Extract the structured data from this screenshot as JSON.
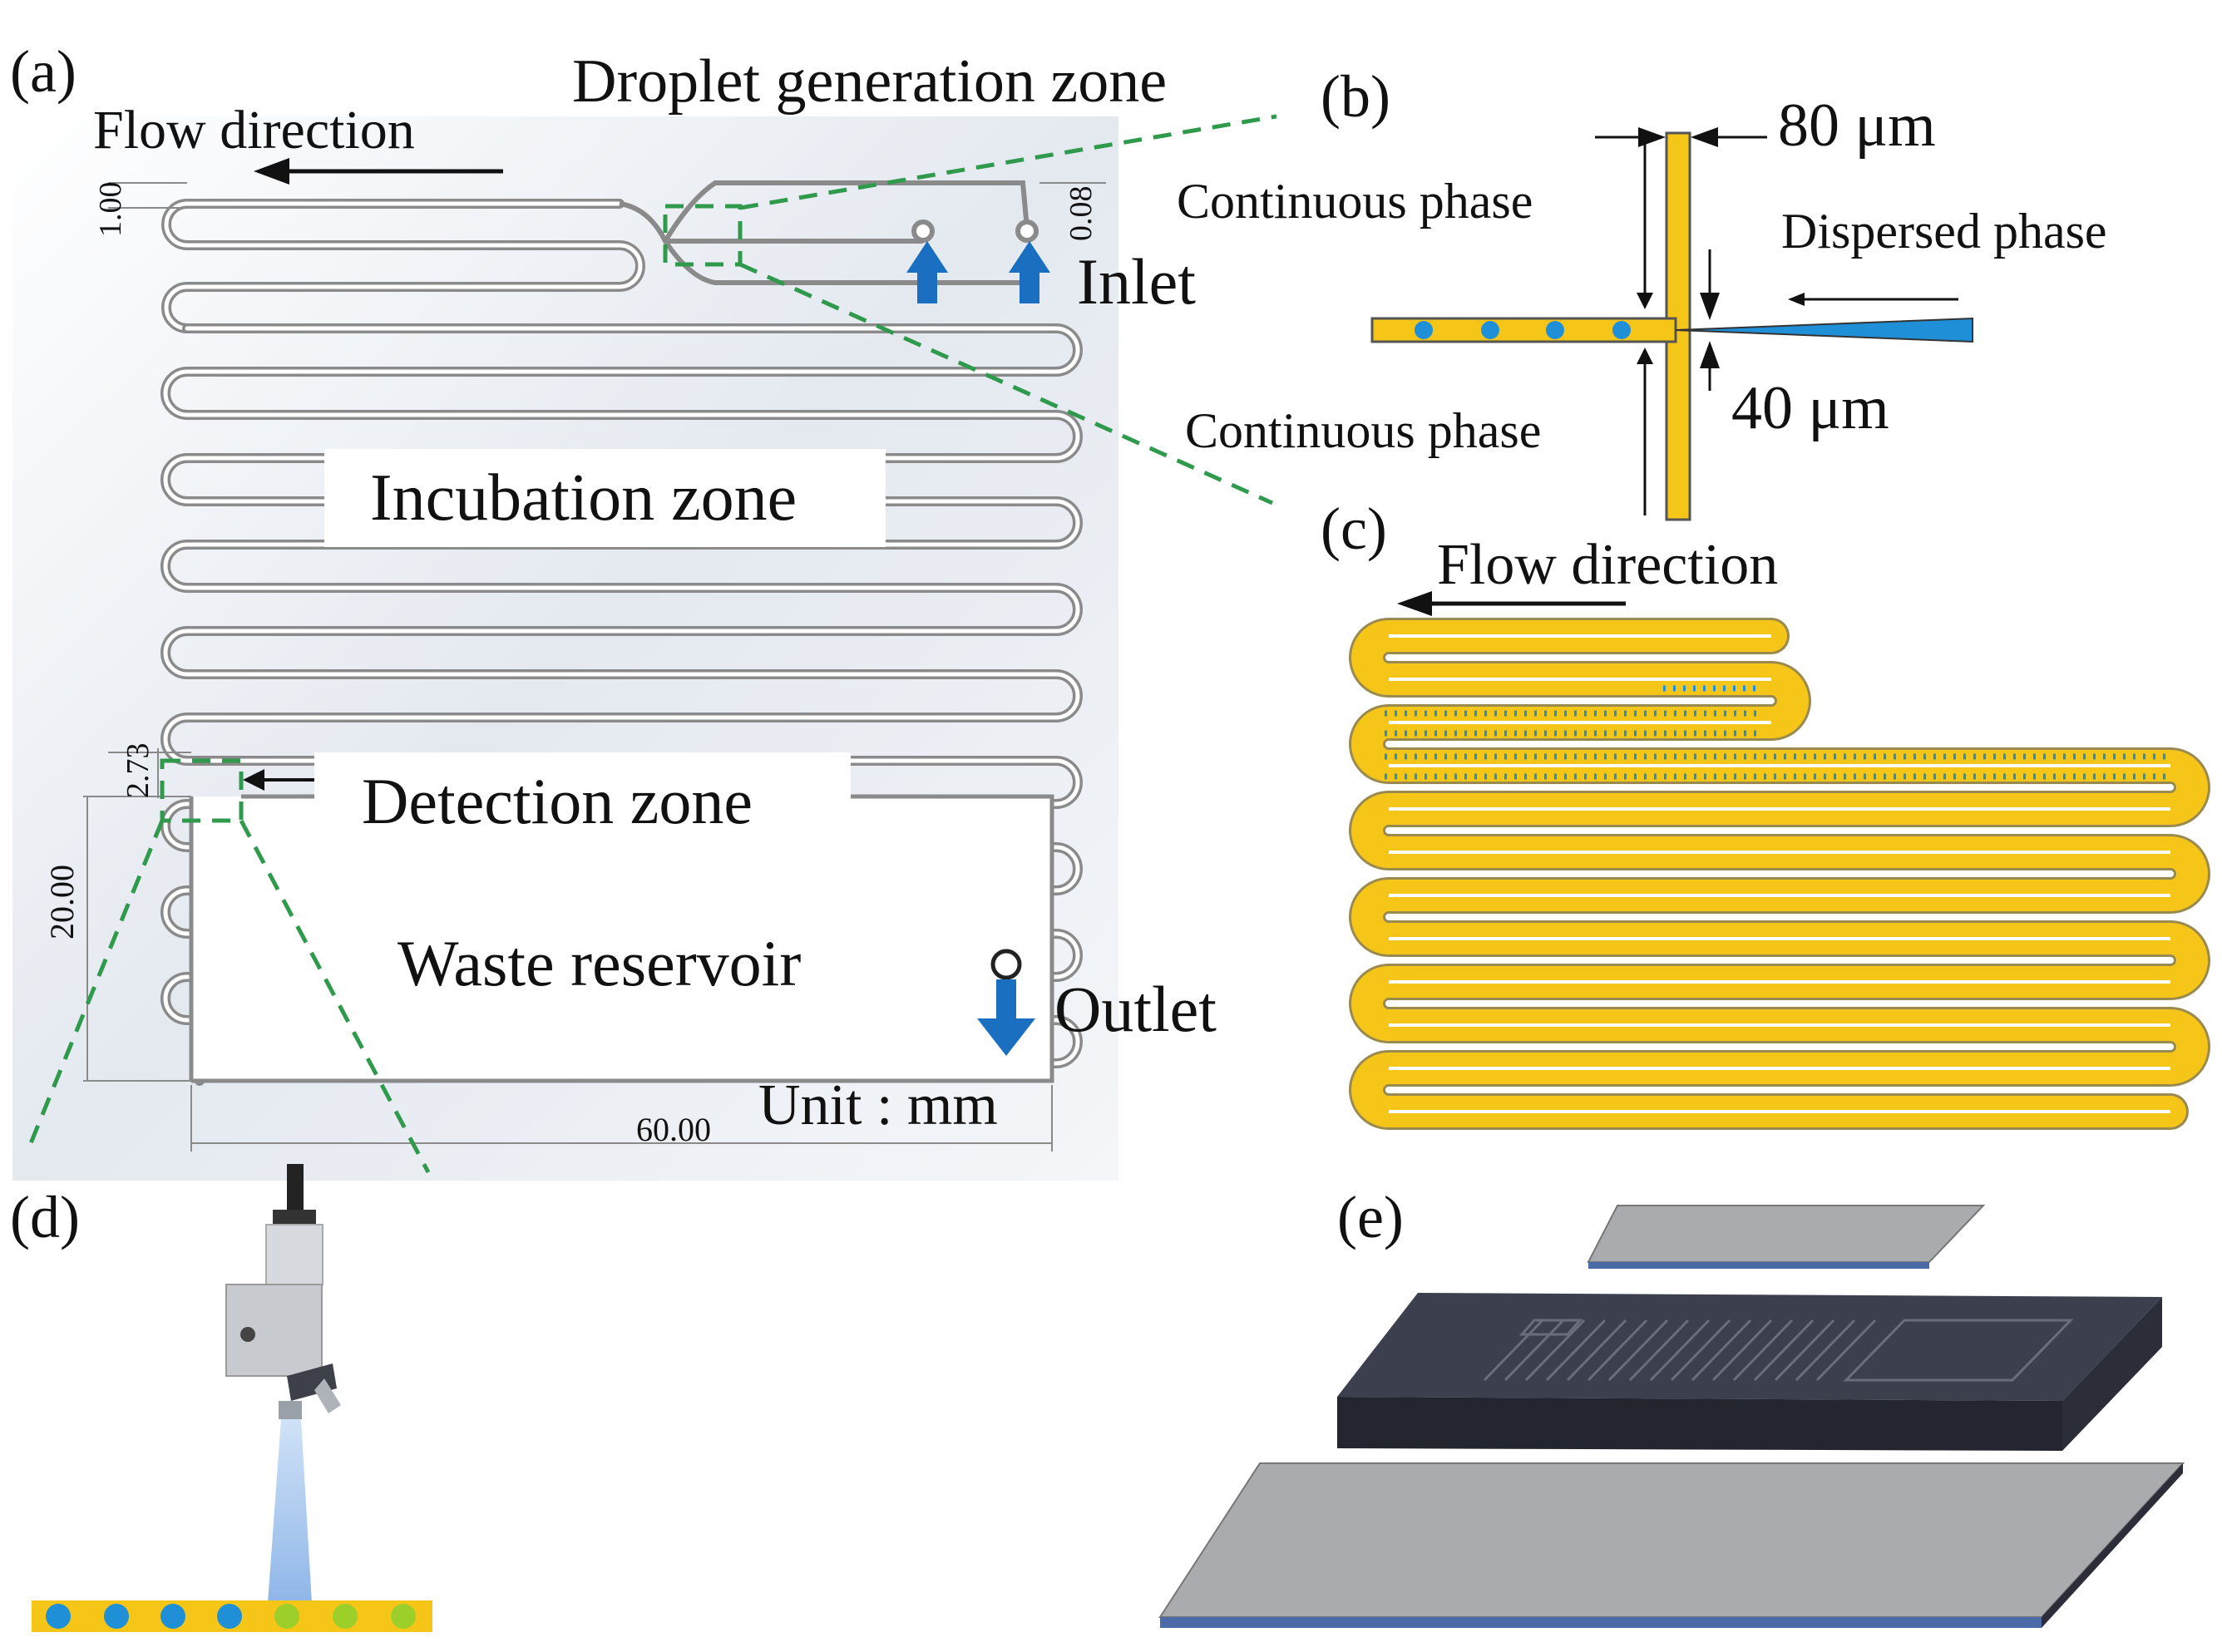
{
  "panel_a": {
    "letter": "(a)",
    "flow_direction": "Flow direction",
    "droplet_zone": "Droplet generation zone",
    "incubation_zone": "Incubation zone",
    "detection_zone": "Detection zone",
    "waste_reservoir": "Waste reservoir",
    "inlet": "Inlet",
    "outlet": "Outlet",
    "unit": "Unit : mm",
    "dim_channel": "1.00",
    "dim_gap": "0.08",
    "dim_detect": "2.73",
    "dim_height": "20.00",
    "dim_width": "60.00"
  },
  "panel_b": {
    "letter": "(b)",
    "width_80": "80 μm",
    "width_40": "40 μm",
    "continuous_top": "Continuous phase",
    "continuous_bottom": "Continuous phase",
    "dispersed": "Dispersed phase"
  },
  "panel_c": {
    "letter": "(c)",
    "flow_direction": "Flow direction"
  },
  "panel_d": {
    "letter": "(d)"
  },
  "panel_e": {
    "letter": "(e)"
  },
  "colors": {
    "channel_yellow": "#f5c518",
    "droplet_blue": "#1f8fd8",
    "droplet_green": "#9ccf2a",
    "arrow_blue": "#1a6fc0",
    "guide_green": "#2f9a4c",
    "chip_dark": "#3b3f4e"
  }
}
